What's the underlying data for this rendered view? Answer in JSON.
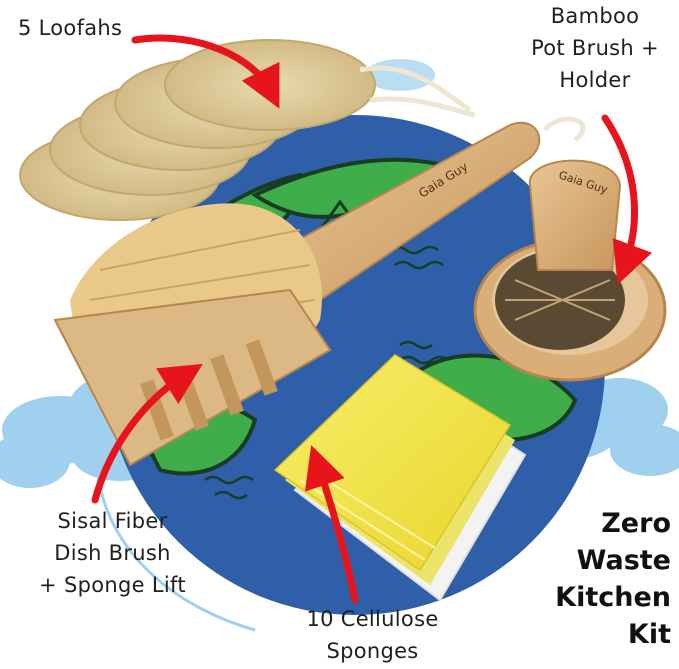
{
  "labels": {
    "loofahs": "5 Loofahs",
    "pot_brush": [
      "Bamboo",
      "Pot Brush +",
      "Holder"
    ],
    "dish_brush": [
      "Sisal Fiber",
      "Dish Brush",
      "+ Sponge Lift"
    ],
    "sponges": [
      "10 Cellulose",
      "Sponges"
    ]
  },
  "brand_marks": {
    "dish_brush": "Gaia Guy",
    "pot_brush": "Gaia Guy"
  },
  "title_lines": [
    "Zero",
    "Waste",
    "Kitchen",
    "Kit"
  ],
  "colors": {
    "arrow": "#e8141c",
    "ocean": "#2f5fa8",
    "land": "#3fae4a",
    "cloud": "#9fd0ee",
    "loofah": "#e2cfa0",
    "bristle": "#e8c98a",
    "wood": "#d9b27c",
    "sponge": "#f3e84a"
  }
}
